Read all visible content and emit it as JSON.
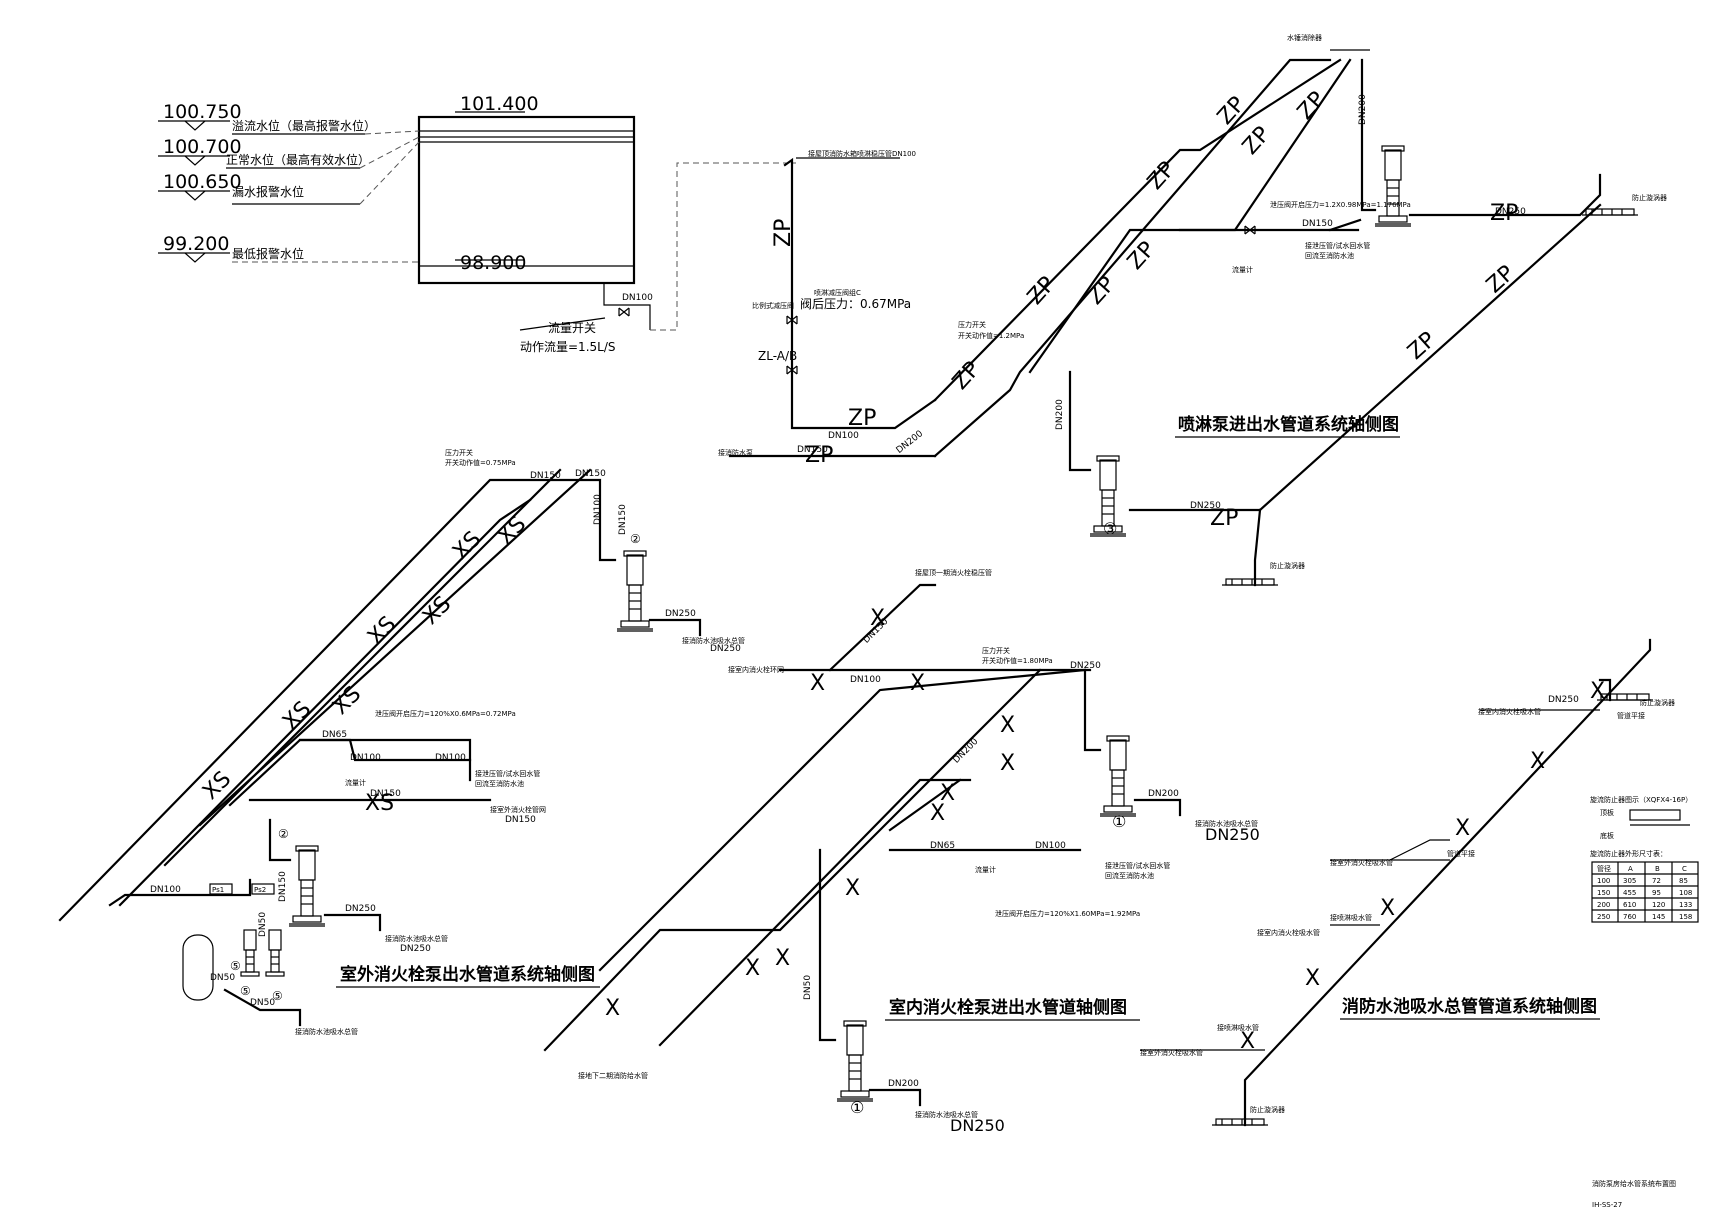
{
  "tank": {
    "top_level": "101.400",
    "bottom_level": "98.900",
    "levels": [
      {
        "value": "100.750",
        "label": "溢流水位（最高报警水位）"
      },
      {
        "value": "100.700",
        "label": "正常水位（最高有效水位）"
      },
      {
        "value": "100.650",
        "label": "漏水报警水位"
      },
      {
        "value": "99.200",
        "label": "最低报警水位"
      }
    ],
    "outlet_dn": "DN100",
    "flow_switch": "流量开关",
    "flow_rate": "动作流量=1.5L/S"
  },
  "sprinkler_inlet": {
    "top_note": "接屋顶消防水箱喷淋稳压管DN100",
    "pipe_mark": "ZP",
    "relief_valve": "比例式减压阀",
    "valve_pressure": "阀后压力：0.67MPa",
    "relief_note": "喷淋减压阀组C",
    "zl": "ZL-A/B",
    "dn100": "DN100",
    "ext_note": "接消防水泵",
    "dn150": "DN150",
    "dn200": "DN200",
    "pressure_switch": "压力开关",
    "switch_action": "开关动作值=1.2MPa"
  },
  "sprinkler_system": {
    "title": "喷淋泵进出水管道系统轴侧图",
    "top_label": "水锤消除器",
    "dn200_a": "DN200",
    "dn100_a": "DN100",
    "dn200_b": "DN200",
    "relief_pressure": "泄压阀开启压力=1.2X0.98MPa=1.176MPa",
    "dn150": "DN150",
    "relief_note": "接泄压管/试水回水管",
    "relief_note2": "回流至消防水池",
    "flow_meter": "流量计",
    "dn250_a": "DN250",
    "dn250_b": "DN250",
    "anti_vortex_a": "防止漩涡器",
    "anti_vortex_b": "防止漩涡器",
    "pump_no": "③"
  },
  "outdoor_hydrant": {
    "title": "室外消火栓泵出水管道系统轴侧图",
    "pressure_switch": "压力开关",
    "switch_action": "开关动作值=0.75MPa",
    "dn150_a": "DN150",
    "dn150_b": "DN150",
    "dn150_c": "DN150",
    "dn100_a": "DN100",
    "dn100_b": "DN100",
    "dn150_d": "DN150",
    "dn65": "DN65",
    "dn100_c": "DN100",
    "dn100_d": "DN100",
    "relief_pressure": "泄压阀开启压力=120%X0.6MPa=0.72MPa",
    "relief_note": "接泄压管/试水回水管",
    "relief_note2": "回流至消防水池",
    "flow_meter": "流量计",
    "out_note": "接室外消火栓管网",
    "dn150_e": "DN150",
    "dn250_a": "DN250",
    "suction_note_a": "接消防水池吸水总管",
    "dn250_b": "DN250",
    "suction_note_b": "接消防水池吸水总管",
    "dn250_c": "DN250",
    "suction_note_c": "接消防水池吸水总管",
    "dn250_d": "DN250",
    "ps1": "Ps1",
    "ps2": "Ps2",
    "dn50_a": "DN50",
    "dn50_b": "DN50",
    "dn50_c": "DN50",
    "dn100_e": "DN100",
    "dn150_f": "DN150",
    "pump_2a": "②",
    "pump_2b": "②",
    "pump_5a": "⑤",
    "pump_5b": "⑤",
    "pump_5c": "⑤",
    "mark": "XS"
  },
  "indoor_hydrant": {
    "title": "室内消火栓泵进出水管道轴侧图",
    "top_note": "接屋顶一期消火栓稳压管",
    "dn100_a": "DN100",
    "dn150": "DN150",
    "pressure_switch": "压力开关",
    "switch_action": "开关动作值=1.80MPa",
    "dn200_a": "DN200",
    "dn250": "DN250",
    "dn65": "DN65",
    "dn100_b": "DN100",
    "relief_pressure": "泄压阀开启压力=120%X1.60MPa=1.92MPa",
    "relief_note": "接泄压管/试水回水管",
    "relief_note2": "回流至消防水池",
    "flow_meter": "流量计",
    "dn200_b": "DN200",
    "suction_note_a": "接消防水池吸水总管",
    "dn250_a": "DN250",
    "dn200_c": "DN200",
    "suction_note_b": "接消防水池吸水总管",
    "dn250_b": "DN250",
    "ext_note": "接室内消火栓环网",
    "bottom_note": "接地下二期消防给水管",
    "dn50": "DN50",
    "pump_1a": "①",
    "pump_1b": "①",
    "mark": "X"
  },
  "suction_main": {
    "title": "消防水池吸水总管管道系统轴侧图",
    "dn250": "DN250",
    "note_a": "接室内消火栓吸水管",
    "note_b": "接室外消火栓吸水管",
    "note_c": "接室内消火栓吸水管",
    "note_d": "接室外消火栓吸水管",
    "note_e": "接喷淋吸水管",
    "note_f": "接喷淋吸水管",
    "pipe_section": "管道平接",
    "pipe_section_b": "管道平接",
    "anti_vortex_a": "防止漩涡器",
    "anti_vortex_b": "防止漩涡器",
    "mark": "X"
  },
  "legend": {
    "caption": "旋流防止器图示（XQFX4-16P）",
    "plate": "顶板",
    "base": "底板",
    "table_caption": "旋流防止器外形尺寸表：",
    "headers": [
      "管径",
      "A",
      "B",
      "C"
    ],
    "rows": [
      [
        "100",
        "305",
        "72",
        "85"
      ],
      [
        "150",
        "455",
        "95",
        "108"
      ],
      [
        "200",
        "610",
        "120",
        "133"
      ],
      [
        "250",
        "760",
        "145",
        "158"
      ]
    ]
  },
  "titleblock": {
    "name": "消防泵房给水管系统布置图",
    "drawing_no": "IH-SS-27"
  }
}
